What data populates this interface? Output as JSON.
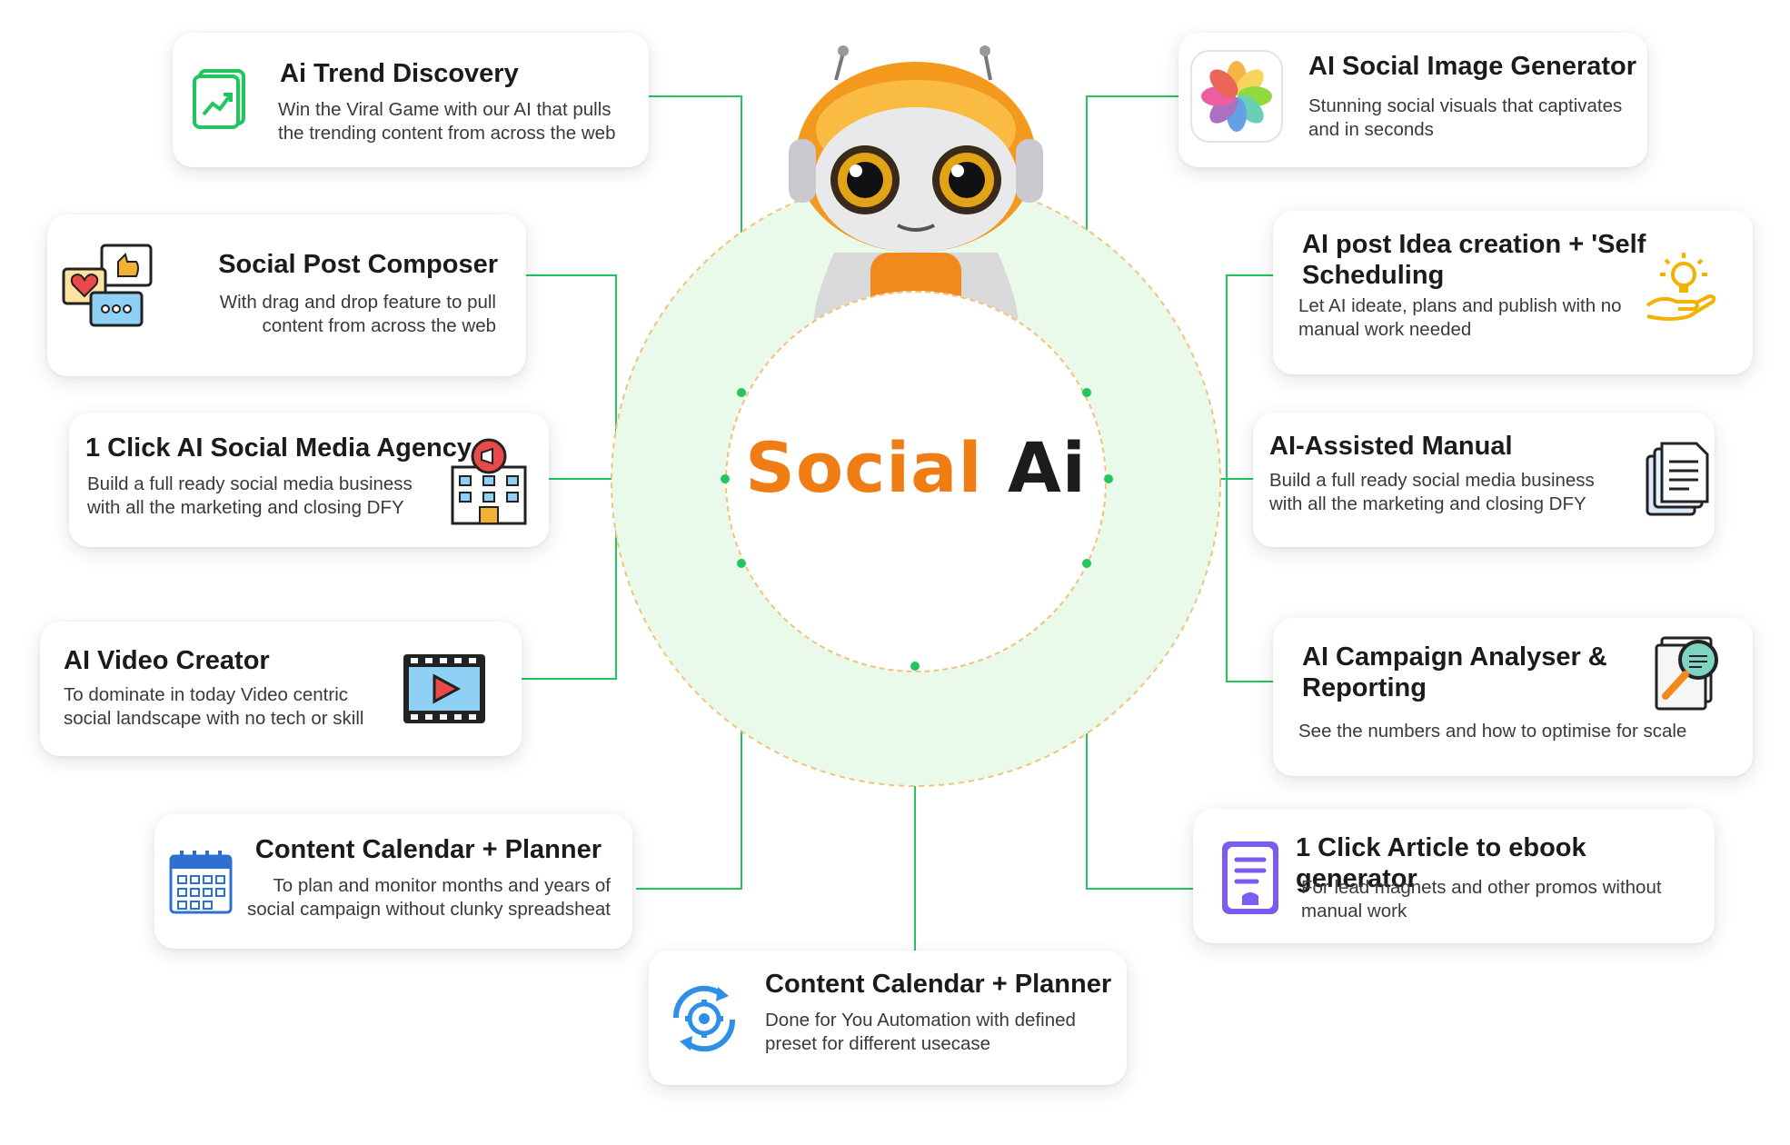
{
  "center": {
    "word1": "Social",
    "word2": "Ai"
  },
  "colors": {
    "accent": "#f07c14",
    "connector": "#22c55e",
    "ring": "#e9f9ea",
    "text": "#1b1b1b"
  },
  "cards": {
    "trend": {
      "title": "Ai Trend Discovery",
      "line1": "Win the Viral Game with our AI that pulls",
      "line2": "the trending content from across the web",
      "icon": "trend-chart-icon"
    },
    "composer": {
      "title": "Social Post Composer",
      "line1": "With drag and drop feature to pull",
      "line2": "content from across the web",
      "icon": "chat-bubbles-icon"
    },
    "agency": {
      "title": "1 Click AI Social Media Agency",
      "line1": "Build a full ready social media business",
      "line2": "with all the marketing and closing DFY",
      "icon": "agency-building-icon"
    },
    "video": {
      "title": "AI Video Creator",
      "line1": "To dominate in today Video centric",
      "line2": "social landscape with no tech or skill",
      "icon": "video-player-icon"
    },
    "calendar": {
      "title": "Content Calendar + Planner",
      "line1": "To plan and monitor months and years of",
      "line2": "social campaign without clunky spreadsheat",
      "icon": "calendar-icon"
    },
    "automation": {
      "title": "Content Calendar + Planner",
      "line1": "Done for You Automation with defined",
      "line2": "preset for different usecase",
      "icon": "automation-gear-icon"
    },
    "image": {
      "title": "AI Social Image Generator",
      "line1": "Stunning social visuals that captivates",
      "line2": "and in seconds",
      "icon": "photos-flower-icon"
    },
    "idea": {
      "title1": "AI post Idea creation + 'Self",
      "title2": "Scheduling",
      "line1": "Let AI ideate, plans and publish with no",
      "line2": "manual work needed",
      "icon": "idea-bulb-hand-icon"
    },
    "manual": {
      "title": "AI-Assisted Manual",
      "line1": "Build a full ready social media business",
      "line2": "with all the marketing and closing DFY",
      "icon": "documents-icon"
    },
    "campaign": {
      "title1": "AI Campaign Analyser &",
      "title2": "Reporting",
      "line1": "See the numbers and how to optimise for scale",
      "icon": "report-magnifier-icon"
    },
    "ebook": {
      "title": "1 Click Article to ebook generator",
      "line1": "For lead magnets and other promos without",
      "line2": "manual work",
      "icon": "ebook-document-icon"
    }
  }
}
